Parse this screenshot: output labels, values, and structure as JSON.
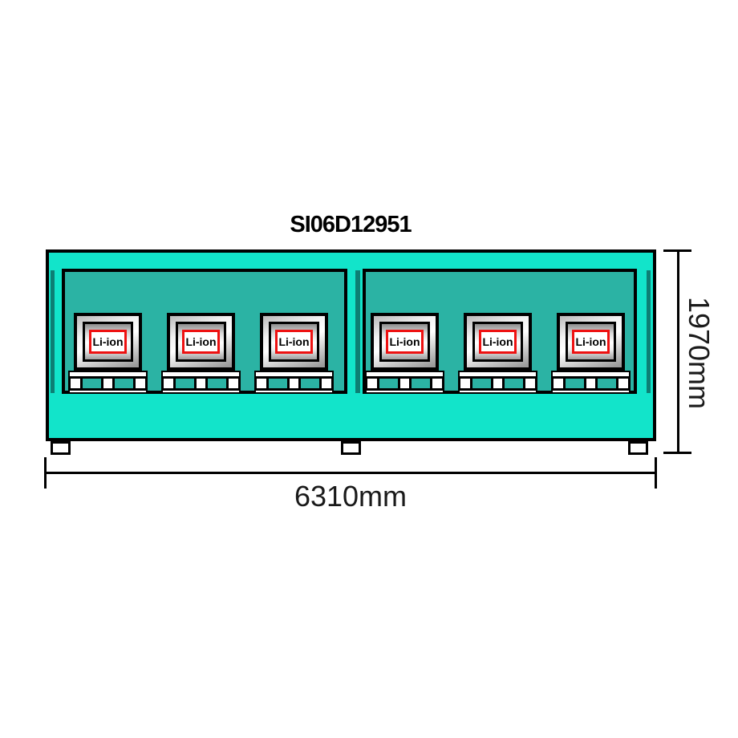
{
  "title": "SI06D12951",
  "container": {
    "chambers": [
      {
        "units": [
          {
            "label": "Li-ion"
          },
          {
            "label": "Li-ion"
          },
          {
            "label": "Li-ion"
          }
        ]
      },
      {
        "units": [
          {
            "label": "Li-ion"
          },
          {
            "label": "Li-ion"
          },
          {
            "label": "Li-ion"
          }
        ]
      }
    ]
  },
  "dimensions": {
    "width": "6310mm",
    "height": "1970mm"
  },
  "colors": {
    "bright_teal": "#12E4CA",
    "medium_teal": "#2BB3A4",
    "dark_teal": "#0D7F74",
    "label_red": "#EE1111",
    "line_black": "#000000"
  }
}
